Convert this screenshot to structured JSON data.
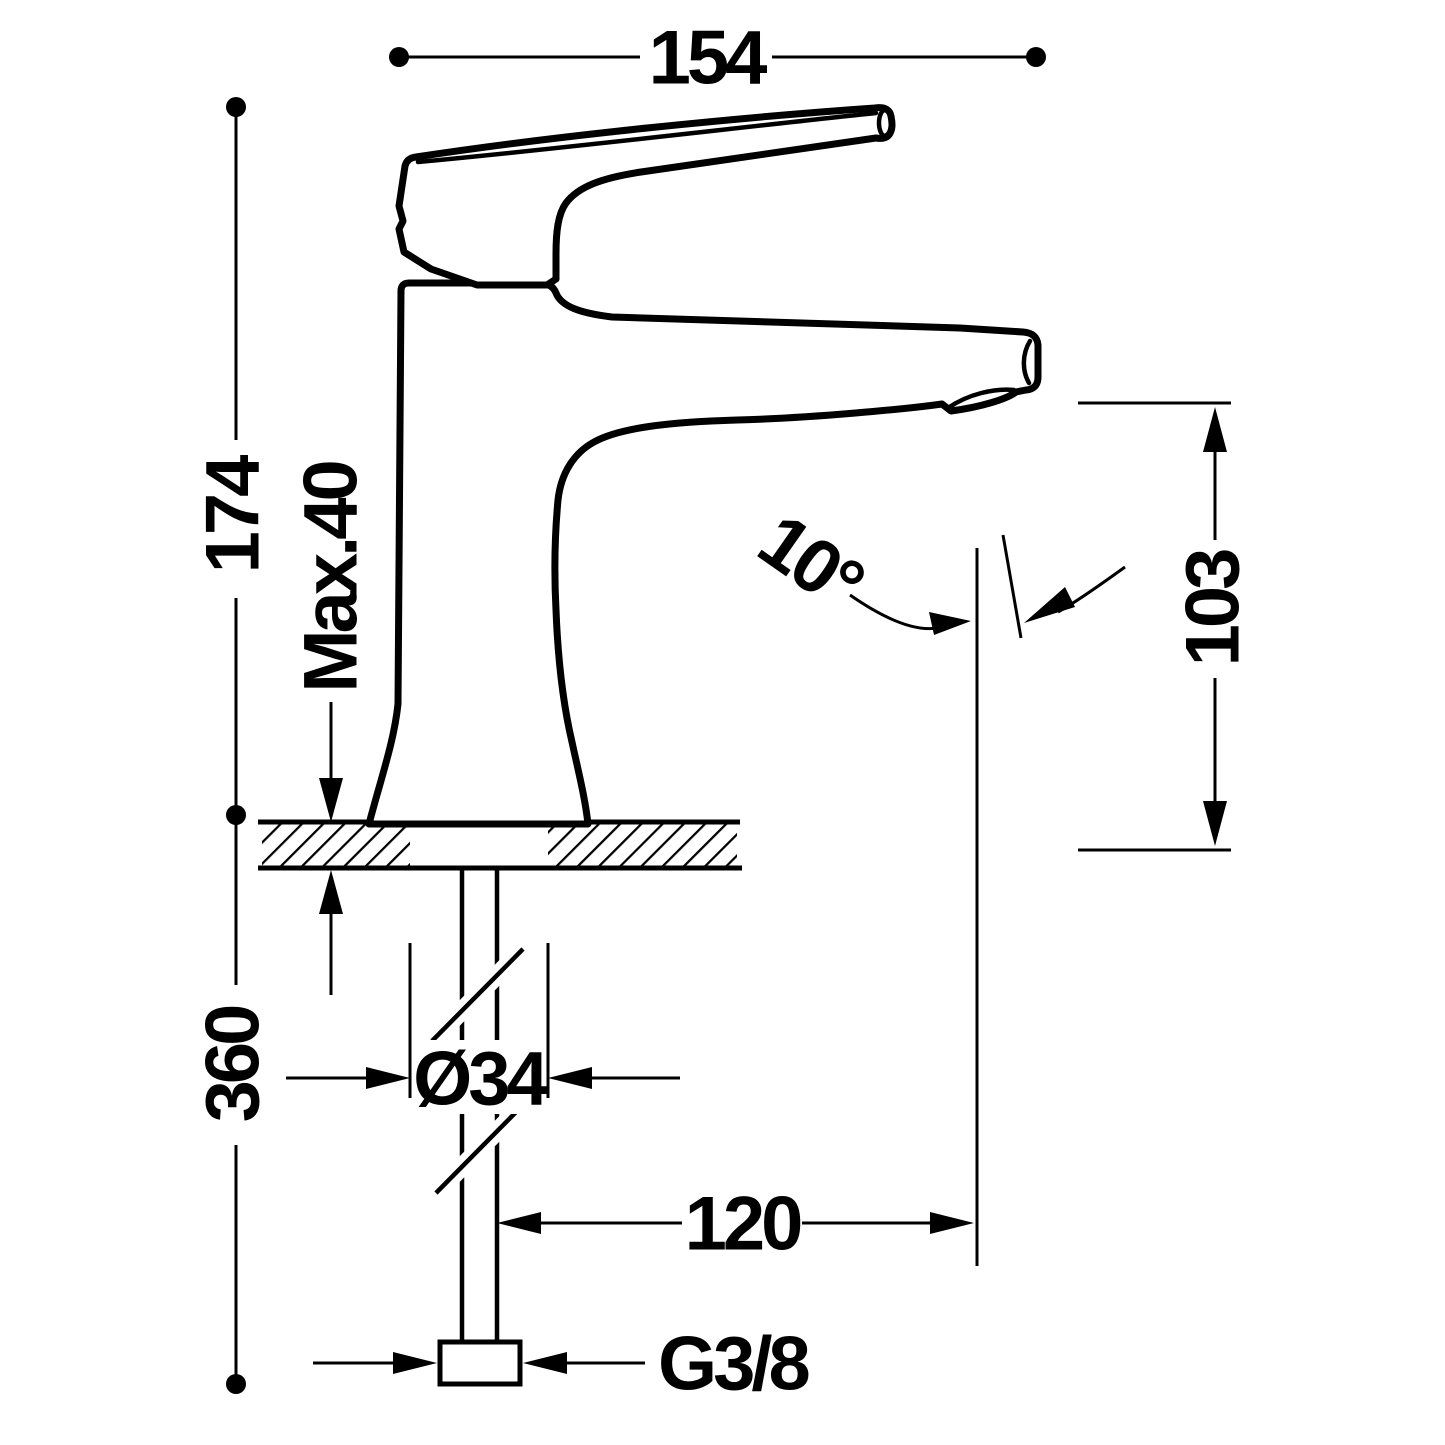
{
  "drawing": {
    "type": "technical-dimension-drawing",
    "subject": "single-lever basin mixer tap, side elevation with installation dimensions",
    "line_color": "#000000",
    "background_color": "#ffffff",
    "dims": {
      "spout_reach_overall": "154",
      "total_height": "174",
      "max_deck_thickness": "Max.40",
      "spout_height": "103",
      "spout_angle": "10°",
      "supply_hose_length": "360",
      "body_diameter": "Ø34",
      "spout_projection": "120",
      "thread_size": "G3/8"
    }
  }
}
